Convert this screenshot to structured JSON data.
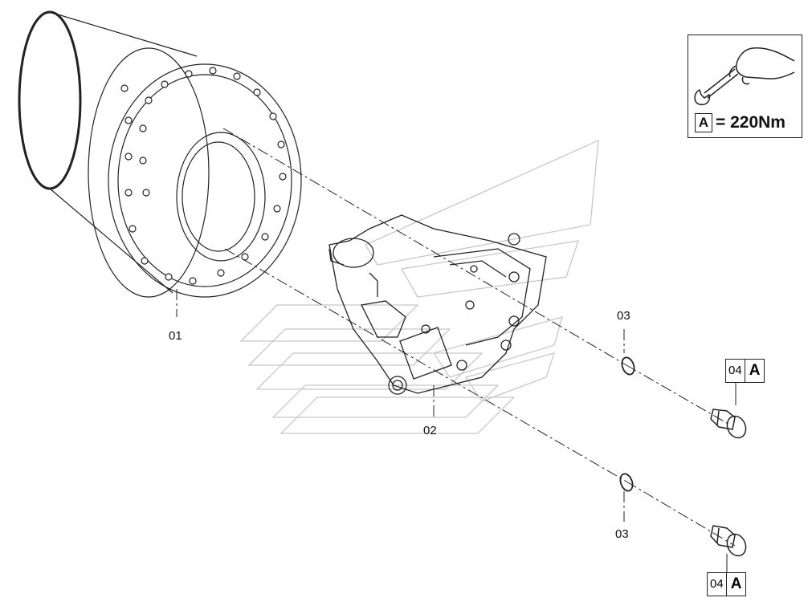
{
  "callouts": {
    "part_01": "01",
    "part_02": "02",
    "part_03_upper": "03",
    "part_03_lower": "03",
    "part_04_upper": {
      "number": "04",
      "letter": "A"
    },
    "part_04_lower": {
      "number": "04",
      "letter": "A"
    }
  },
  "torque_box": {
    "letter": "A",
    "value": "= 220Nm",
    "icon": "hand-wrench-icon"
  }
}
